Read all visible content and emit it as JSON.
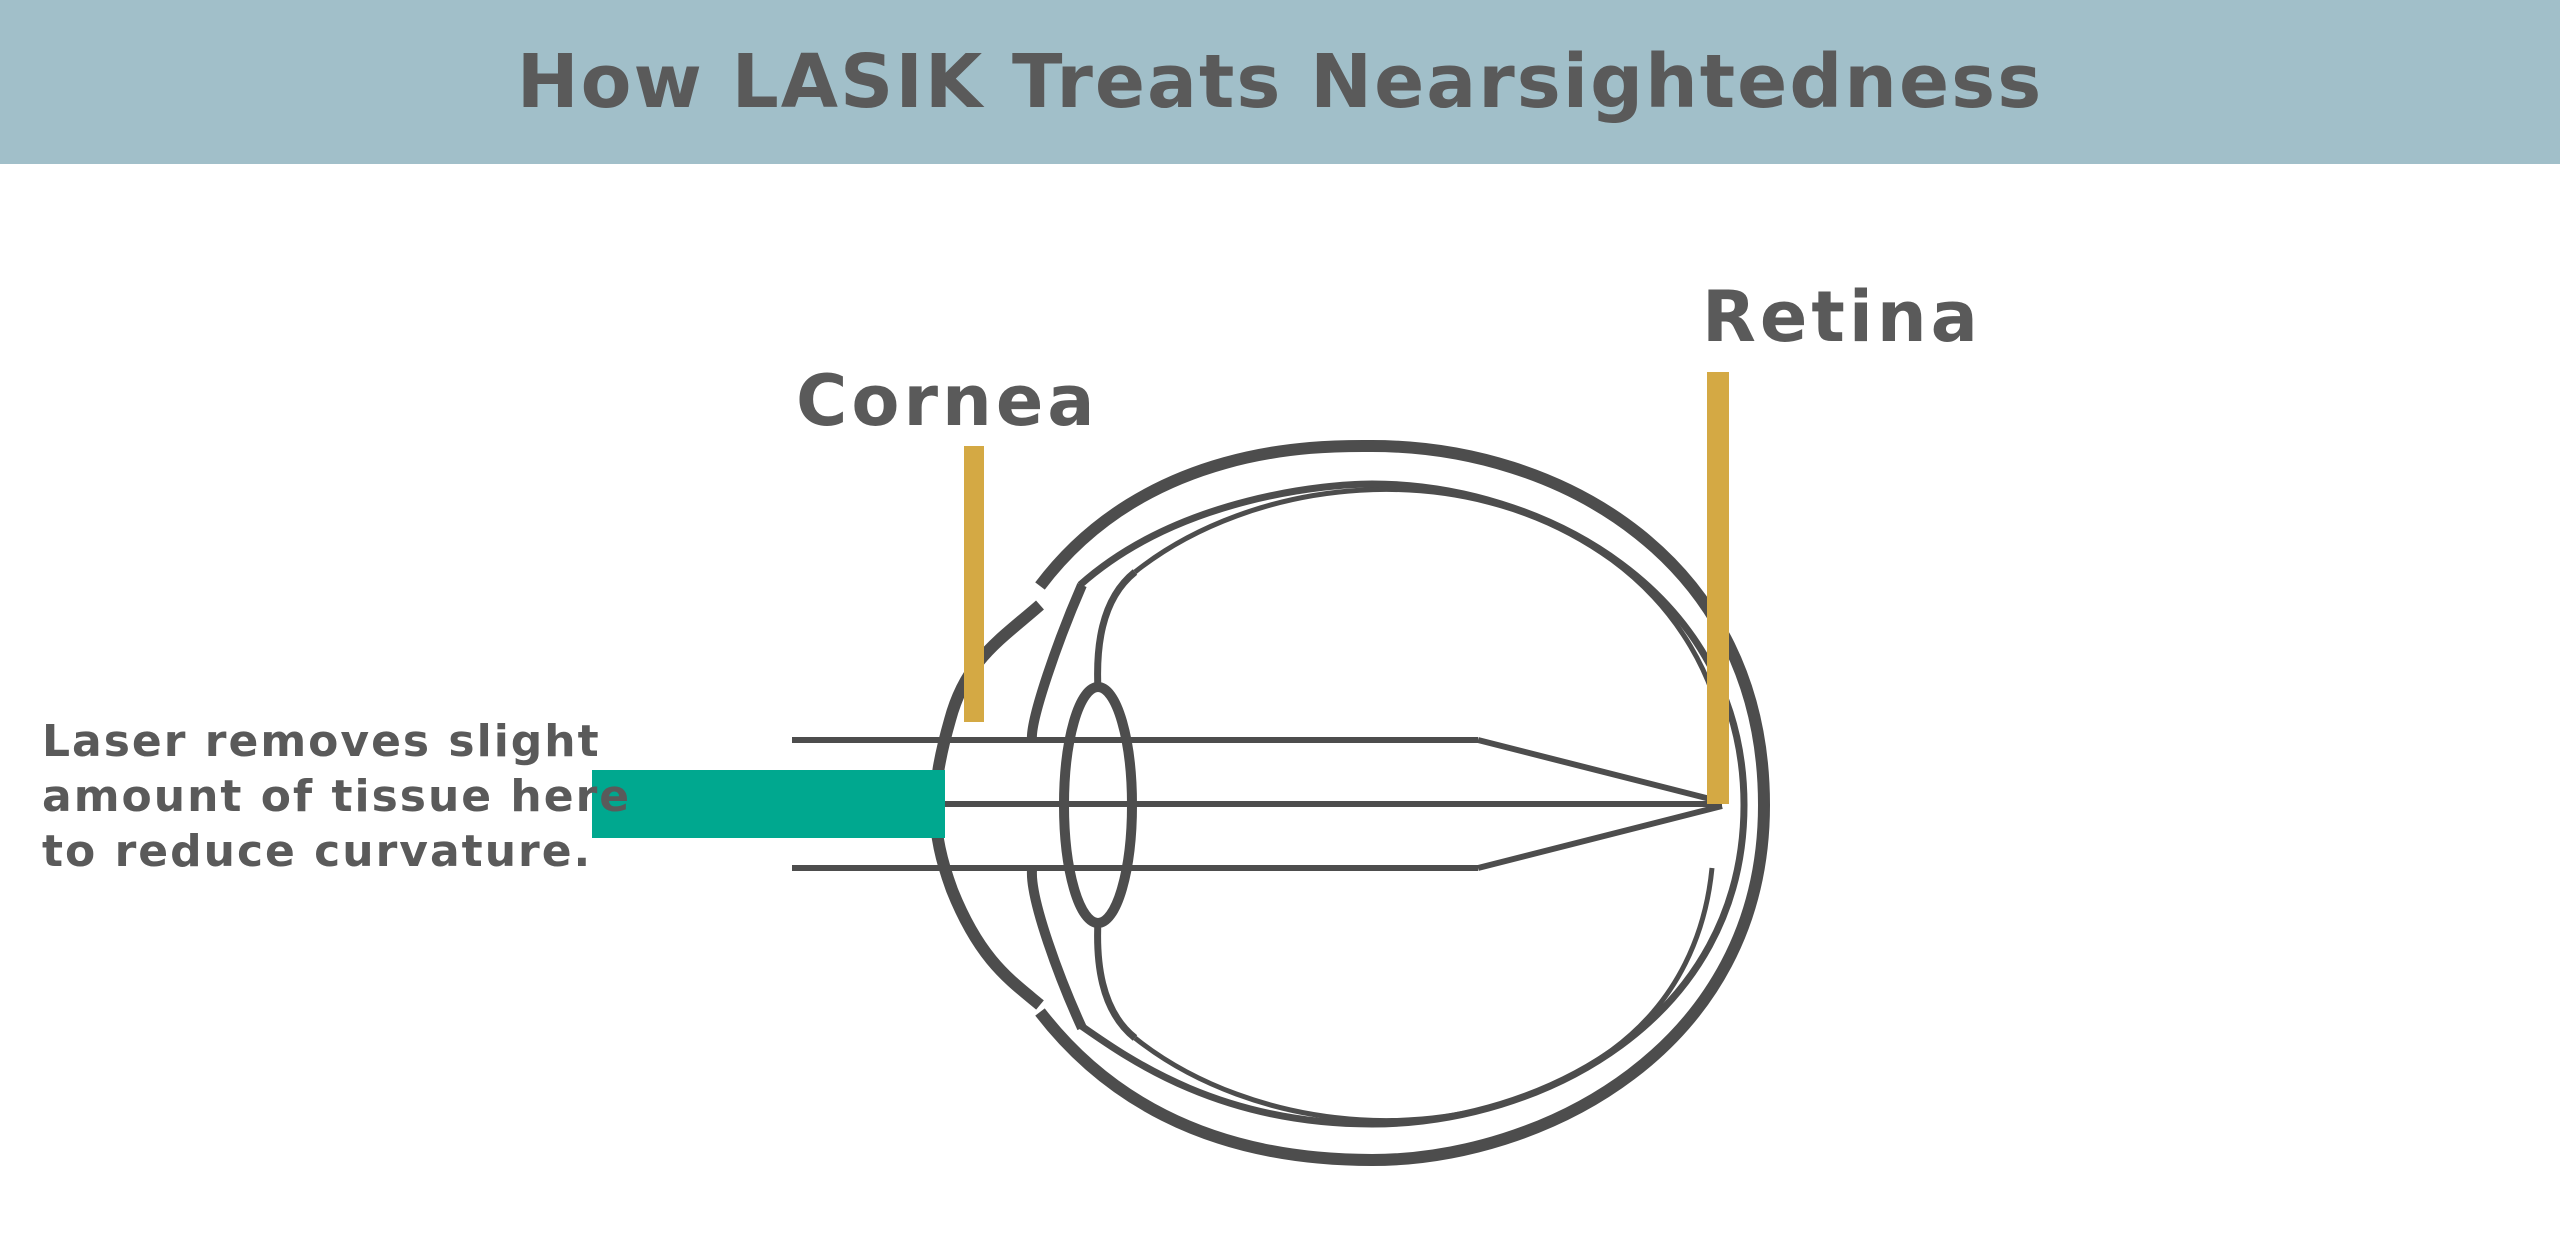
{
  "title": "How LASIK Treats Nearsightedness",
  "labels": {
    "cornea": "Cornea",
    "retina": "Retina"
  },
  "caption": {
    "lines": [
      "Laser removes slight",
      "amount of tissue here",
      "to reduce curvature."
    ]
  },
  "colors": {
    "header_bg": "#a1bfc9",
    "text": "#5a5a5a",
    "eye_outline": "#4d4d4d",
    "pointer_gold": "#d4a944",
    "laser_teal": "#00a88f"
  }
}
